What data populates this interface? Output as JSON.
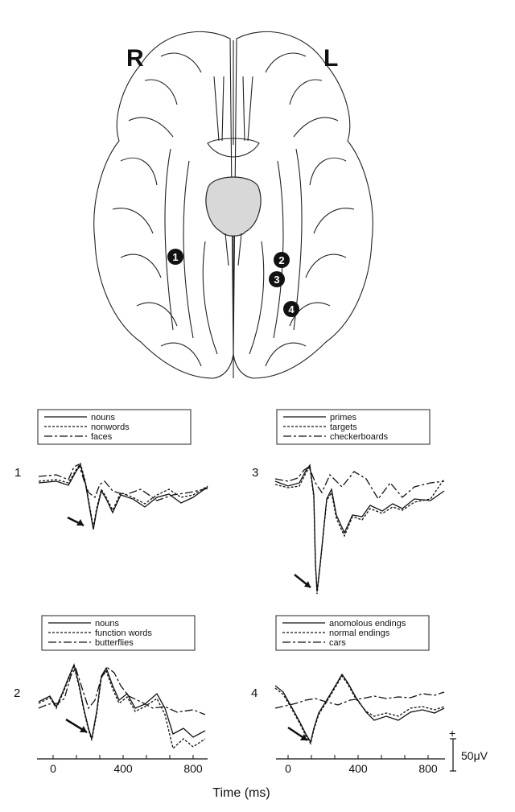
{
  "brain": {
    "right_label": "R",
    "left_label": "L",
    "markers": [
      "1",
      "2",
      "3",
      "4"
    ]
  },
  "panels": [
    {
      "id": "1",
      "legend": [
        "nouns",
        "nonwords",
        "faces"
      ]
    },
    {
      "id": "3",
      "legend": [
        "primes",
        "targets",
        "checkerboards"
      ]
    },
    {
      "id": "2",
      "legend": [
        "nouns",
        "function words",
        "butterflies"
      ]
    },
    {
      "id": "4",
      "legend": [
        "anomolous endings",
        "normal endings",
        "cars"
      ]
    }
  ],
  "axis": {
    "title": "Time (ms)",
    "ticks": [
      "0",
      "400",
      "800"
    ]
  },
  "scale": {
    "label": "50μV",
    "sign": "+"
  },
  "colors": {
    "ink": "#111111",
    "brainstem_fill": "#d8d8d8"
  }
}
